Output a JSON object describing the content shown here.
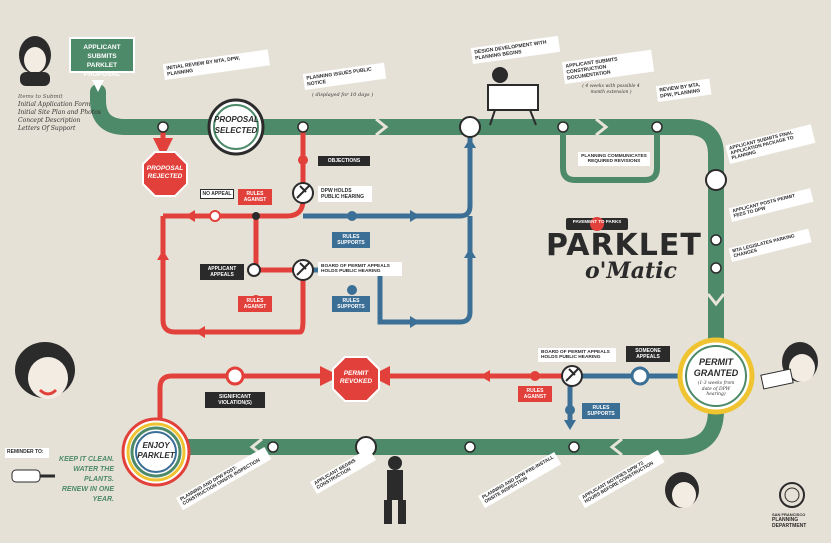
{
  "colors": {
    "background": "#e6e1d6",
    "main_line": "#4d8a6a",
    "red_line": "#e2403a",
    "blue_line": "#3c6f96",
    "label_bg": "#ffffff",
    "dark_tag": "#2a2a2a",
    "red_tag": "#e2403a",
    "accent_yellow": "#f0c430",
    "ink": "#2b2b2b"
  },
  "top_left": {
    "start_label": "APPLICANT SUBMITS PARKLET PROPOSAL",
    "notes_title": "Items to Submit",
    "notes": [
      "Initial Application Form",
      "Initial Site Plan and Photos",
      "Concept Description",
      "Letters Of Support"
    ]
  },
  "stations": {
    "proposal_selected": "PROPOSAL SELECTED",
    "proposal_rejected": "PROPOSAL REJECTED",
    "permit_revoked": "PERMIT REVOKED",
    "permit_granted": "PERMIT GRANTED",
    "permit_granted_note": "(1-3 weeks from date of DPW hearing)",
    "enjoy_parklet": "ENJOY PARKLET"
  },
  "flags": {
    "initial_review": "INITIAL REVIEW BY MTA, DPW, PLANNING",
    "planning_issues": "PLANNING ISSUES PUBLIC NOTICE",
    "planning_issues_note": "( displayed for 10 days )",
    "design_development": "DESIGN DEVELOPMENT WITH PLANNING BEGINS",
    "applicant_submits_construction": "APPLICANT SUBMITS CONSTRUCTION DOCUMENTATION",
    "construction_note": "( 4 weeks with possible 4 month extension )",
    "review_by": "REVIEW BY MTA, DPW, PLANNING",
    "planning_communicates": "PLANNING COMMUNICATES REQUIRED REVISIONS",
    "final_application": "APPLICANT SUBMITS FINAL APPLICATION PACKAGE TO PLANNING",
    "applicant_posts": "APPLICANT POSTS PERMIT FEES TO DPW",
    "mta_legislates": "MTA LEGISLATES PARKING CHANGES",
    "dpw_holds_hearing": "DPW HOLDS PUBLIC HEARING",
    "board_holds_hearing": "BOARD OF PERMIT APPEALS HOLDS PUBLIC HEARING",
    "board_holds_hearing_2": "BOARD OF PERMIT APPEALS HOLDS PUBLIC HEARING",
    "planning_dpw_inspection": "PLANNING AND DPW POST-CONSTRUCTION ONSITE INSPECTION",
    "applicant_begins": "APPLICANT BEGINS CONSTRUCTION",
    "planning_pre_install": "PLANNING AND DPW PRE-INSTALL ONSITE INSPECTION",
    "applicant_notifies": "APPLICANT NOTIFIES DPW 72 HOURS BEFORE CONSTRUCTION"
  },
  "tags": {
    "objections": "OBJECTIONS",
    "no_appeal": "NO APPEAL",
    "rules_against": "RULES AGAINST",
    "rules_supports": "RULES SUPPORTS",
    "applicant_appeals": "APPLICANT APPEALS",
    "rules_against_2": "RULES AGAINST",
    "rules_supports_2": "RULES SUPPORTS",
    "significant_violations": "SIGNIFICANT VIOLATION(S)",
    "rules_against_3": "RULES AGAINST",
    "rules_supports_3": "RULES SUPPORTS",
    "someone_appeals": "SOMEONE APPEALS"
  },
  "logo": {
    "ribbon": "PAVEMENT TO PARKS",
    "title_1": "PARKLET",
    "title_2": "o'Matic"
  },
  "bottom_left": {
    "reminder": "REMINDER TO:",
    "line1": "KEEP IT CLEAN.",
    "line2": "WATER THE PLANTS.",
    "line3": "RENEW IN ONE YEAR."
  },
  "footer": {
    "dept_small": "SAN FRANCISCO",
    "dept": "PLANNING DEPARTMENT"
  }
}
